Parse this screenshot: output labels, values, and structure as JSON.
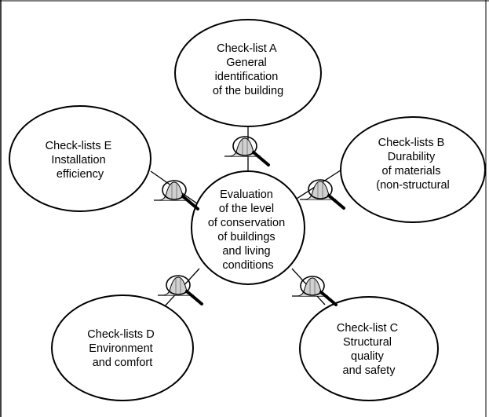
{
  "center": {
    "lines": [
      "Evaluation",
      "of the level",
      "of conservation",
      "of buildings",
      "and living",
      "conditions"
    ]
  },
  "checklists": [
    {
      "id": "a",
      "lines": [
        "Check-list A",
        "General",
        "identification",
        "of the building"
      ]
    },
    {
      "id": "b",
      "lines": [
        "Check-lists B",
        "Durability",
        "of materials",
        "(non-structural"
      ]
    },
    {
      "id": "c",
      "lines": [
        "Check-list C",
        "Structural",
        "quality",
        "and safety"
      ]
    },
    {
      "id": "d",
      "lines": [
        "Check-lists D",
        "Environment",
        "and comfort"
      ]
    },
    {
      "id": "e",
      "lines": [
        "Check-lists E",
        "Installation",
        "efficiency"
      ]
    }
  ],
  "colors": {
    "stroke": "#000000",
    "background": "#ffffff",
    "magnifier_fill": "#d0d0d0"
  },
  "icons": [
    "magnifier-icon"
  ]
}
